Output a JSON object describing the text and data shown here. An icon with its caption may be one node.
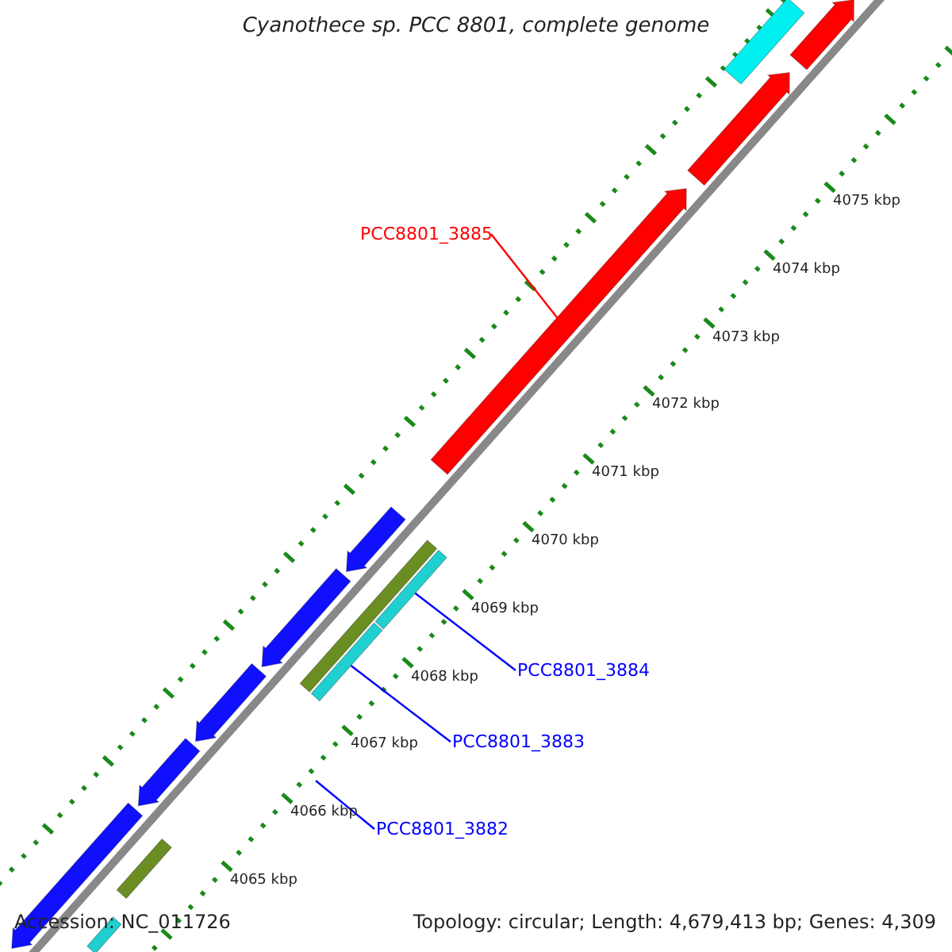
{
  "diagram": {
    "title": "Cyanothece sp. PCC 8801, complete genome",
    "nodes": [
      {
        "text": [
          "PCC8801_3885"
        ]
      },
      {
        "text": [],
        "shape": "arrow"
      },
      {
        "text": [
          "PCC8801_3884"
        ]
      },
      {
        "text": [],
        "shape": "bar"
      },
      {
        "text": [
          "PCC8801_3883"
        ]
      },
      {
        "text": [],
        "shape": "bar"
      },
      {
        "text": [
          "PCC8801_3882"
        ]
      },
      {
        "text": [],
        "shape": "bar"
      },
      {
        "text": [],
        "shape": "arrow"
      },
      {
        "text": [],
        "shape": "arrow"
      },
      {
        "text": [],
        "shape": "arrow"
      },
      {
        "text": [],
        "shape": "bar"
      },
      {
        "text": [],
        "shape": "arrow"
      },
      {
        "text": [],
        "shape": "arrow"
      },
      {
        "text": [],
        "shape": "arrow"
      },
      {
        "text": [],
        "shape": "bar"
      },
      {
        "text": [],
        "shape": "arrow"
      },
      {
        "text": [],
        "shape": "bar"
      }
    ],
    "edges": [
      {
        "from": 0,
        "to": 1,
        "arrow": "none",
        "color": "#ff0000"
      },
      {
        "from": 2,
        "to": 3,
        "arrow": "none"
      },
      {
        "from": 4,
        "to": 5,
        "arrow": "none"
      },
      {
        "from": 6,
        "to": null,
        "arrow": "none"
      }
    ],
    "labels": [
      "4075 kbp",
      "4074 kbp",
      "4073 kbp",
      "4072 kbp",
      "4071 kbp",
      "4070 kbp",
      "4069 kbp",
      "4068 kbp",
      "4067 kbp",
      "4066 kbp",
      "4065 kbp",
      "Accession: NC_011726",
      "Topology: circular; Length: 4,679,413 bp; Genes: 4,309"
    ]
  }
}
